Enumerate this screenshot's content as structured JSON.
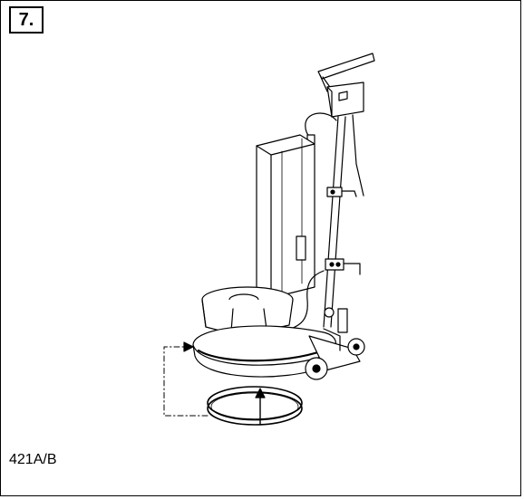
{
  "step": {
    "number": "7."
  },
  "illustration": {
    "subject": "floor-machine-with-bumper-ring",
    "stroke_color": "#000000",
    "background_color": "#ffffff"
  },
  "model": {
    "label": "421A/B"
  }
}
